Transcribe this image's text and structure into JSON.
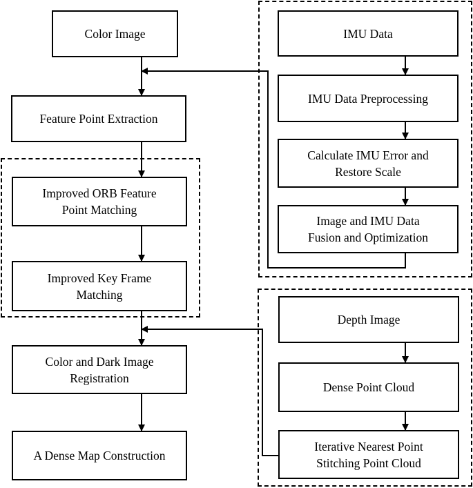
{
  "nodes": {
    "color_image": [
      "Color Image"
    ],
    "feature_point_extraction": [
      "Feature Point Extraction"
    ],
    "improved_orb": [
      "Improved ORB Feature",
      "Point Matching"
    ],
    "improved_key_frame": [
      "Improved Key Frame",
      "Matching"
    ],
    "color_dark_registration": [
      "Color and Dark Image",
      "Registration"
    ],
    "dense_map": [
      "A Dense Map Construction"
    ],
    "imu_data": [
      "IMU Data"
    ],
    "imu_preprocessing": [
      "IMU Data Preprocessing"
    ],
    "imu_error": [
      "Calculate IMU Error and",
      "Restore Scale"
    ],
    "imu_fusion": [
      "Image and IMU Data",
      "Fusion and Optimization"
    ],
    "depth_image": [
      "Depth Image"
    ],
    "dense_point_cloud": [
      "Dense Point Cloud"
    ],
    "iterative_nearest": [
      "Iterative Nearest Point",
      "Stitching Point Cloud"
    ]
  }
}
